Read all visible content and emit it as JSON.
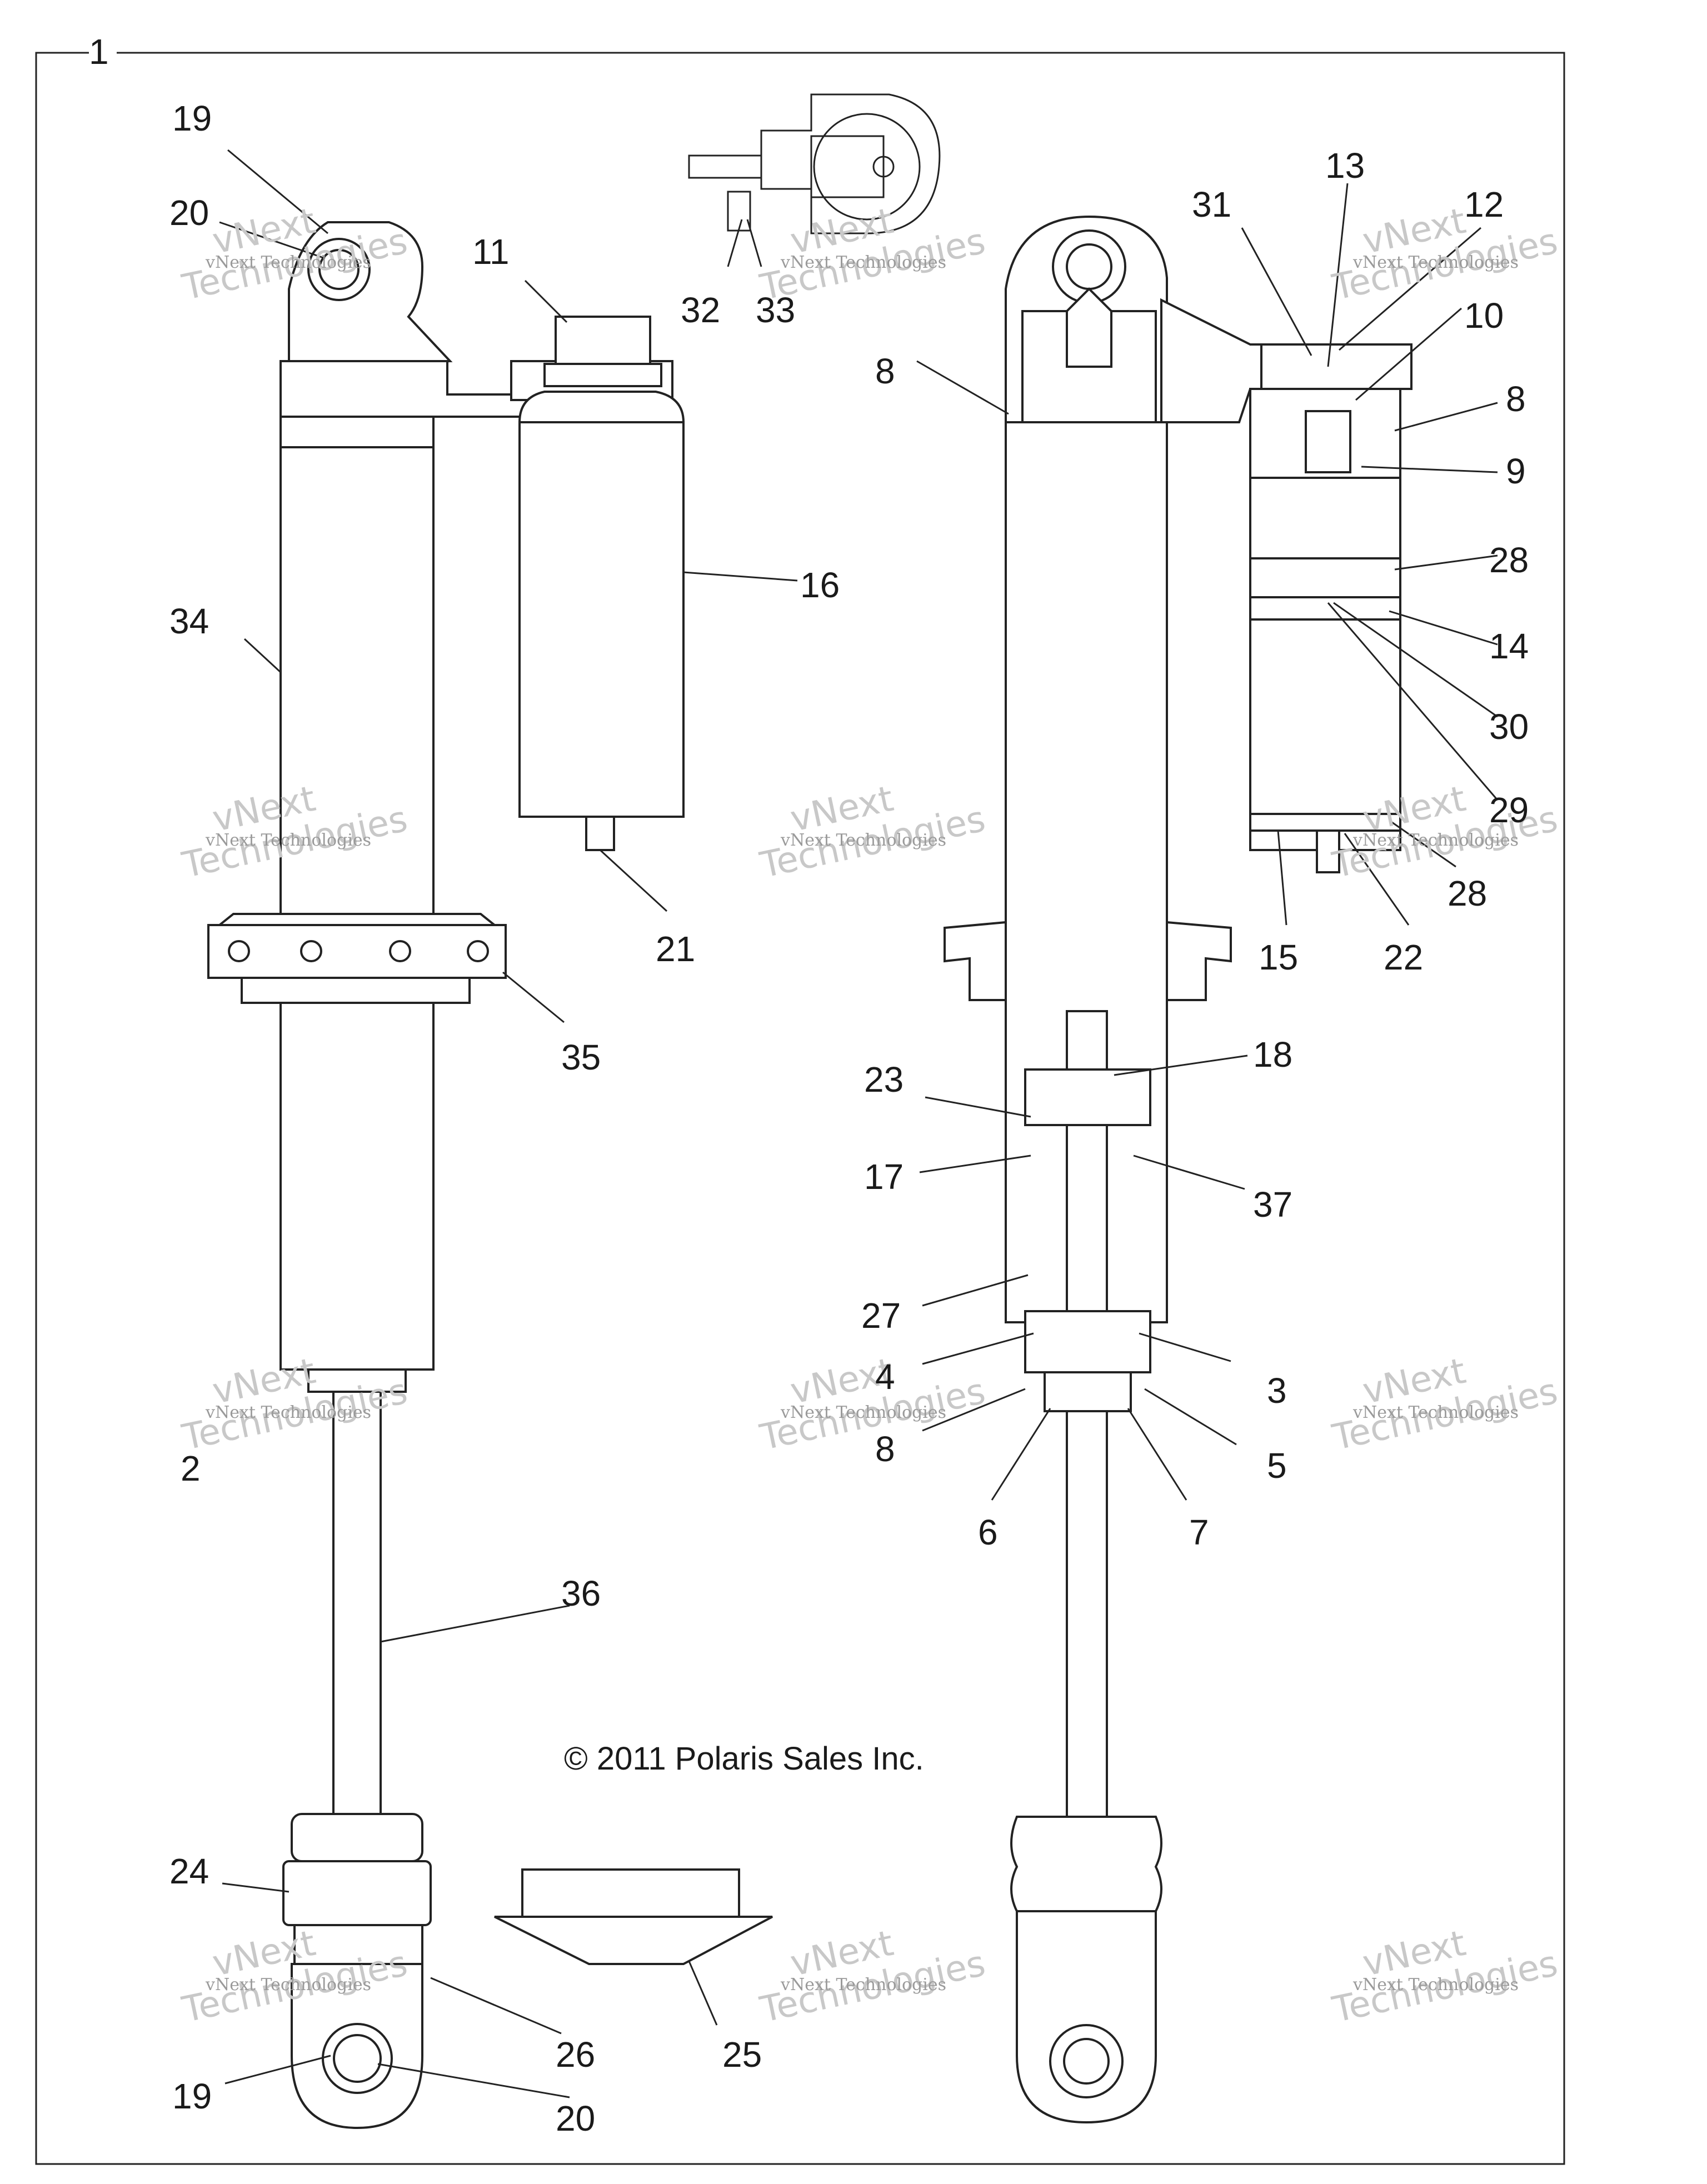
{
  "diagram": {
    "assembly_number": "1",
    "copyright": "© 2011 Polaris Sales Inc.",
    "watermark": {
      "small": "vNext Technologies",
      "large_1": "vNext",
      "large_2": "Technologies"
    },
    "callouts": {
      "n1": "1",
      "n2": "2",
      "n3": "3",
      "n4": "4",
      "n5": "5",
      "n6": "6",
      "n7": "7",
      "n8": "8",
      "n9": "9",
      "n10": "10",
      "n11": "11",
      "n12": "12",
      "n13": "13",
      "n14": "14",
      "n15": "15",
      "n16": "16",
      "n17": "17",
      "n18": "18",
      "n19": "19",
      "n20": "20",
      "n21": "21",
      "n22": "22",
      "n23": "23",
      "n24": "24",
      "n25": "25",
      "n26": "26",
      "n27": "27",
      "n28": "28",
      "n29": "29",
      "n30": "30",
      "n31": "31",
      "n32": "32",
      "n33": "33",
      "n34": "34",
      "n35": "35",
      "n36": "36",
      "n37": "37"
    }
  }
}
